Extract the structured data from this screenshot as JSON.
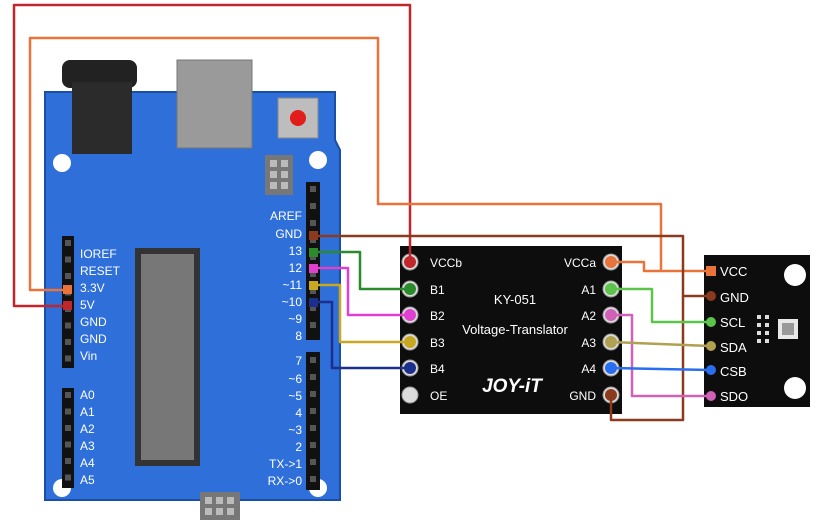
{
  "colors": {
    "red": "#c0272d",
    "orange": "#e8743b",
    "brown": "#8b3a1e",
    "green": "#2b8a2b",
    "magenta": "#e040d0",
    "yellow": "#c8a820",
    "navy": "#1c2f8c",
    "lightgreen": "#5cc44a",
    "blue": "#2a6ef0",
    "pink": "#d060b8",
    "olive": "#b0a050",
    "arduino_blue": "#2e6fd9"
  },
  "arduino": {
    "left_header": [
      "IOREF",
      "RESET",
      "3.3V",
      "5V",
      "GND",
      "GND",
      "Vin"
    ],
    "analog_header": [
      "A0",
      "A1",
      "A2",
      "A3",
      "A4",
      "A5"
    ],
    "right_header_top": [
      "AREF",
      "GND",
      "13",
      "12",
      "~11",
      "~10",
      "~9",
      "8"
    ],
    "right_header_bottom": [
      "7",
      "~6",
      "~5",
      "4",
      "~3",
      "2",
      "TX->1",
      "RX->0"
    ]
  },
  "translator": {
    "title": "KY-051",
    "subtitle": "Voltage-Translator",
    "brand": "JOY-iT",
    "left_pins": [
      "VCCb",
      "B1",
      "B2",
      "B3",
      "B4",
      "OE"
    ],
    "right_pins": [
      "VCCa",
      "A1",
      "A2",
      "A3",
      "A4",
      "GND"
    ]
  },
  "sensor": {
    "pins": [
      "VCC",
      "GND",
      "SCL",
      "SDA",
      "CSB",
      "SDO"
    ]
  }
}
